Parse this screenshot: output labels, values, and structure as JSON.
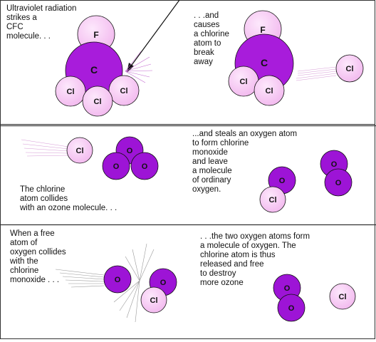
{
  "colors": {
    "chlorine_fill": "#f6c8f3",
    "carbon_fill": "#a81cdb",
    "oxygen_fill": "#9d14d6",
    "fluorine_fill": "#f6c8f3",
    "outline": "#111111",
    "panel_border": "#333333"
  },
  "panel1": {
    "left_caption": "Ultraviolet radiation\nstrikes a\nCFC\nmolecule. . .",
    "right_caption": ". . .and\ncauses\na chlorine\natom to\nbreak\naway",
    "atoms": {
      "f": "F",
      "c": "C",
      "cl": "Cl"
    }
  },
  "panel2": {
    "left_caption": "The chlorine\natom collides\nwith an ozone molecule. . .",
    "right_caption": "...and steals an oxygen atom\nto form chlorine\nmonoxide\nand leave\na molecule\nof ordinary\noxygen.",
    "atoms": {
      "o": "O",
      "cl": "Cl"
    }
  },
  "panel3": {
    "left_caption": "When a free\natom of\noxygen collides\nwith the\nchlorine\nmonoxide . . .",
    "right_caption": ". . .the two oxygen atoms form\na molecule of oxygen.  The\nchlorine atom is thus\nreleased and free\nto destroy\nmore ozone",
    "atoms": {
      "o": "O",
      "cl": "Cl"
    }
  }
}
